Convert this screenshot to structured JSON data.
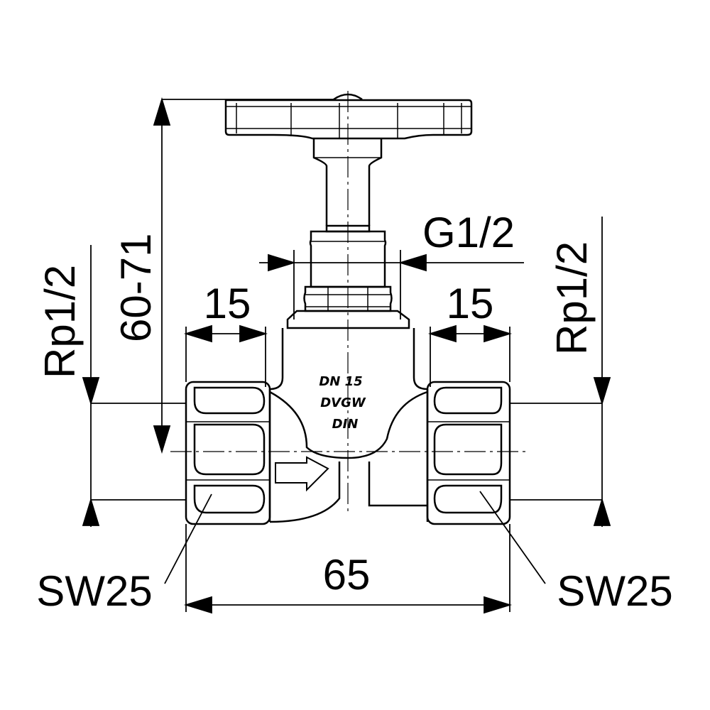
{
  "dimensions": {
    "left_thread": "Rp1/2",
    "height_range": "60-71",
    "left_depth": "15",
    "stem_thread": "G1/2",
    "right_depth": "15",
    "right_thread": "Rp1/2",
    "left_wrench": "SW25",
    "length": "65",
    "right_wrench": "SW25"
  },
  "body_marking": {
    "line1": "DN 15",
    "line2": "DVGW",
    "line3": "DIN"
  },
  "colors": {
    "line": "#000000",
    "background": "#ffffff"
  }
}
